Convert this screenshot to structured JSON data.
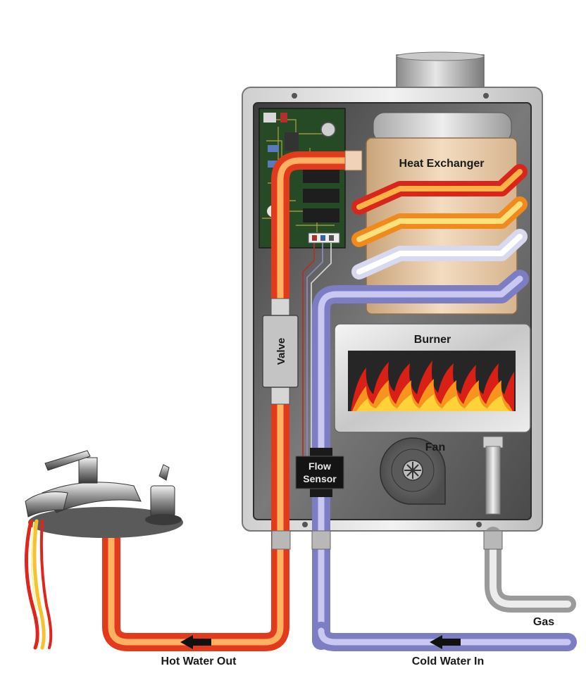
{
  "diagram": {
    "labels": {
      "heat_exchanger": "Heat Exchanger",
      "burner": "Burner",
      "valve": "Valve",
      "fan": "Fan",
      "flow_sensor_line1": "Flow",
      "flow_sensor_line2": "Sensor",
      "gas": "Gas",
      "hot_water_out": "Hot Water Out",
      "cold_water_in": "Cold Water In"
    }
  }
}
